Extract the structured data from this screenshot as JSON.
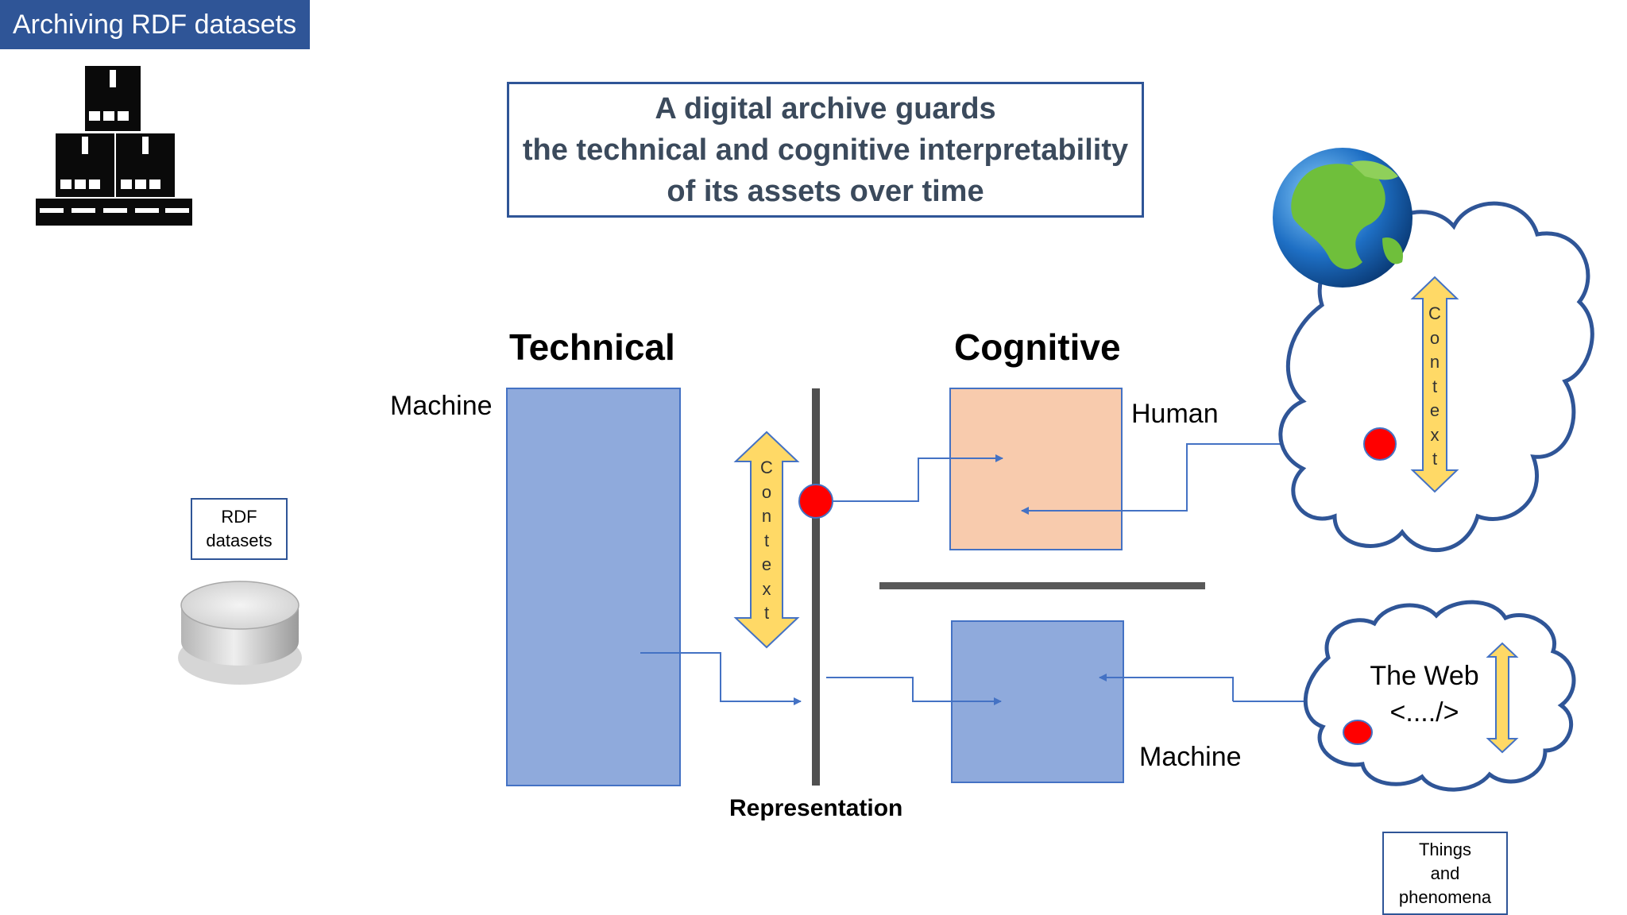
{
  "header": {
    "title": "Archiving RDF datasets"
  },
  "thesis": {
    "lines": [
      "A digital archive guards",
      "the technical and cognitive interpretability",
      "of its assets over time"
    ]
  },
  "columns": {
    "technical": "Technical",
    "cognitive": "Cognitive"
  },
  "labels": {
    "machine_left": "Machine",
    "human": "Human",
    "machine_right": "Machine",
    "representation": "Representation"
  },
  "rdf_box": {
    "line1": "RDF",
    "line2": "datasets"
  },
  "context": {
    "letters": [
      "C",
      "o",
      "n",
      "t",
      "e",
      "x",
      "t"
    ]
  },
  "web": {
    "line1": "The Web",
    "line2": "<..../>"
  },
  "things_box": {
    "line1": "Things",
    "line2": "and",
    "line3": "phenomena"
  },
  "colors": {
    "title_bar": "#2f5597",
    "blue_box": "#8faadc",
    "peach_box": "#f8cbad",
    "arrow_yellow": "#ffd966",
    "dot_red": "#ff0000",
    "separator": "#595959",
    "connector": "#4472c4",
    "cloud_outline": "#2f5597"
  },
  "icons": [
    "boxes-pallet-icon",
    "database-cylinder-icon",
    "earth-globe-icon",
    "cloud-icon"
  ]
}
